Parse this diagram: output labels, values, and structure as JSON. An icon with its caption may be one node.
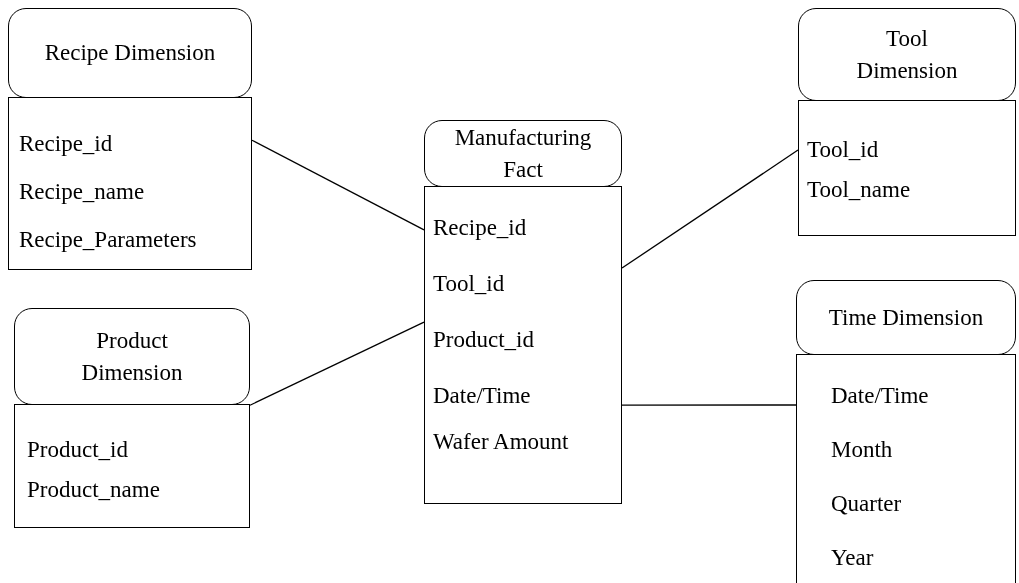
{
  "diagram": {
    "nodes": [
      {
        "text": [
          "Recipe Dimension"
        ]
      },
      {
        "text": [
          "Recipe_id",
          "Recipe_name",
          "Recipe_Parameters"
        ]
      },
      {
        "text": [
          "Product Dimension"
        ]
      },
      {
        "text": [
          "Product_id",
          "Product_name"
        ]
      },
      {
        "text": [
          "Manufacturing Fact"
        ]
      },
      {
        "text": [
          "Recipe_id",
          "Tool_id",
          "Product_id",
          "Date/Time",
          "Wafer Amount"
        ]
      },
      {
        "text": [
          "Tool Dimension"
        ]
      },
      {
        "text": [
          "Tool_id",
          "Tool_name"
        ]
      },
      {
        "text": [
          "Time Dimension"
        ]
      },
      {
        "text": [
          "Date/Time",
          "Month",
          "Quarter",
          "Year"
        ]
      }
    ],
    "edges": [
      {
        "from": 1,
        "to": 5,
        "arrow": "none"
      },
      {
        "from": 3,
        "to": 5,
        "arrow": "none"
      },
      {
        "from": 5,
        "to": 7,
        "arrow": "none"
      },
      {
        "from": 5,
        "to": 9,
        "arrow": "none"
      }
    ]
  }
}
